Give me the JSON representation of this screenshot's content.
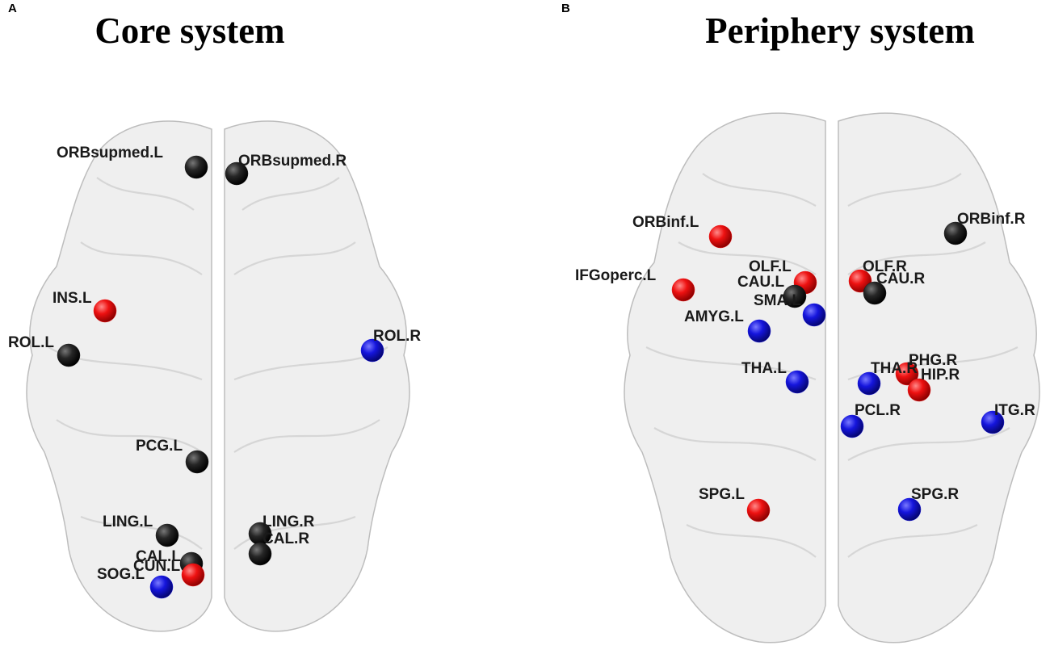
{
  "panels": [
    {
      "letter": "A",
      "title": "Core system",
      "nodes": [
        {
          "label": "ORBsupmed.L",
          "color": "black"
        },
        {
          "label": "ORBsupmed.R",
          "color": "black"
        },
        {
          "label": "INS.L",
          "color": "red"
        },
        {
          "label": "ROL.L",
          "color": "black"
        },
        {
          "label": "ROL.R",
          "color": "blue"
        },
        {
          "label": "PCG.L",
          "color": "black"
        },
        {
          "label": "LING.L",
          "color": "black"
        },
        {
          "label": "LING.R",
          "color": "black"
        },
        {
          "label": "CAL.R",
          "color": "black"
        },
        {
          "label": "CAL.L",
          "color": "black"
        },
        {
          "label": "CUN.L",
          "color": "red"
        },
        {
          "label": "SOG.L",
          "color": "blue"
        }
      ]
    },
    {
      "letter": "B",
      "title": "Periphery system",
      "nodes": [
        {
          "label": "ORBinf.L",
          "color": "red"
        },
        {
          "label": "ORBinf.R",
          "color": "black"
        },
        {
          "label": "IFGoperc.L",
          "color": "red"
        },
        {
          "label": "OLF.L",
          "color": "red"
        },
        {
          "label": "CAU.L",
          "color": "black"
        },
        {
          "label": "SMA.L",
          "color": "blue"
        },
        {
          "label": "OLF.R",
          "color": "red"
        },
        {
          "label": "CAU.R",
          "color": "black"
        },
        {
          "label": "AMYG.L",
          "color": "blue"
        },
        {
          "label": "THA.L",
          "color": "blue"
        },
        {
          "label": "THA.R",
          "color": "blue"
        },
        {
          "label": "PHG.R",
          "color": "red"
        },
        {
          "label": "HIP.R",
          "color": "red"
        },
        {
          "label": "PCL.R",
          "color": "blue"
        },
        {
          "label": "ITG.R",
          "color": "blue"
        },
        {
          "label": "SPG.L",
          "color": "red"
        },
        {
          "label": "SPG.R",
          "color": "blue"
        }
      ]
    }
  ],
  "colors": {
    "red": "#ee1111",
    "black": "#1a1a1a",
    "blue": "#1515dd"
  }
}
